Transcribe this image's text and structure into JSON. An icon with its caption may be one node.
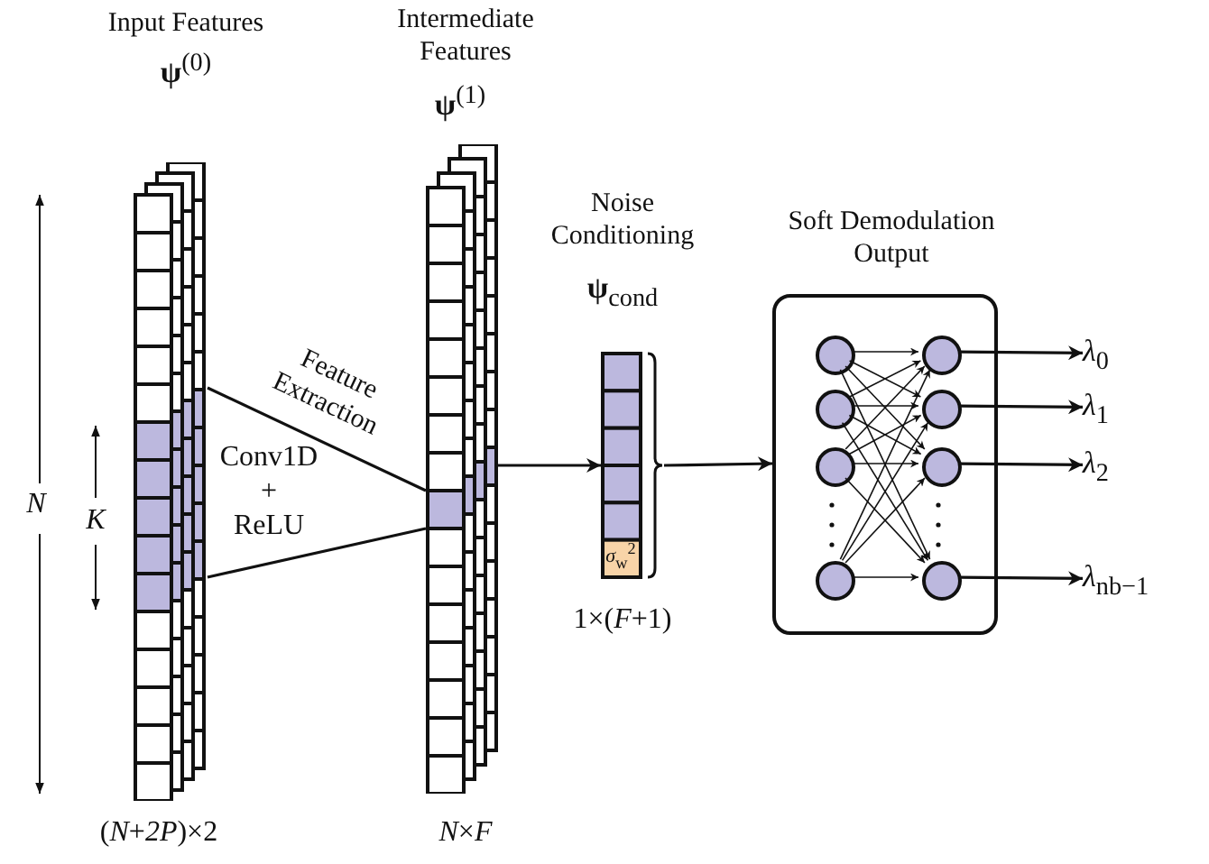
{
  "diagram": {
    "nodes": [
      {
        "text": [
          "Input Features",
          "**ψ**$^{(0)}$"
        ],
        "beside": [
          "(*N*+*2P*)×2"
        ]
      },
      {
        "text": [
          "Intermediate Features",
          "**ψ**$^{(1)}$"
        ],
        "beside": [
          "*N*×*F*"
        ]
      },
      {
        "text": [
          "Noise Conditioning",
          "**ψ**$_{cond}$",
          "*σ*$_{w}$$^{2}$"
        ],
        "beside": [
          "1×(*F*+1)"
        ]
      },
      {
        "text": [
          "Soft Demodulation Output"
        ]
      },
      {
        "text": [],
        "shape": "circle",
        "in": 3
      },
      {
        "text": [],
        "shape": "circle",
        "in": 3
      },
      {
        "text": [],
        "shape": "circle",
        "in": 3
      },
      {
        "text": [],
        "shape": "circle",
        "in": 3
      },
      {
        "text": [],
        "shape": "circle",
        "in": 3
      },
      {
        "text": [],
        "shape": "circle",
        "in": 3
      },
      {
        "text": [],
        "shape": "circle",
        "in": 3
      },
      {
        "text": [],
        "shape": "circle",
        "in": 3
      },
      {
        "text": [
          "*λ*$_{0}$"
        ]
      },
      {
        "text": [
          "*λ*$_{1}$"
        ]
      },
      {
        "text": [
          "*λ*$_{2}$"
        ]
      },
      {
        "text": [
          "*λ*$_{nb−1}$"
        ]
      }
    ],
    "edges": [
      {
        "from": 0,
        "to": 1,
        "arrow": "none",
        "label": "Feature Extraction"
      },
      {
        "from": 0,
        "to": 1,
        "arrow": "none"
      },
      {
        "from": 1,
        "to": 2,
        "arrow": "to"
      },
      {
        "from": 2,
        "to": 3,
        "arrow": "to"
      },
      {
        "from": 4,
        "to": 8,
        "arrow": "to"
      },
      {
        "from": 4,
        "to": 9,
        "arrow": "to"
      },
      {
        "from": 4,
        "to": 10,
        "arrow": "to"
      },
      {
        "from": 4,
        "to": 11,
        "arrow": "to"
      },
      {
        "from": 5,
        "to": 8,
        "arrow": "to"
      },
      {
        "from": 5,
        "to": 9,
        "arrow": "to"
      },
      {
        "from": 5,
        "to": 10,
        "arrow": "to"
      },
      {
        "from": 5,
        "to": 11,
        "arrow": "to"
      },
      {
        "from": 6,
        "to": 8,
        "arrow": "to"
      },
      {
        "from": 6,
        "to": 9,
        "arrow": "to"
      },
      {
        "from": 6,
        "to": 10,
        "arrow": "to"
      },
      {
        "from": 6,
        "to": 11,
        "arrow": "to"
      },
      {
        "from": 7,
        "to": 8,
        "arrow": "to"
      },
      {
        "from": 7,
        "to": 9,
        "arrow": "to"
      },
      {
        "from": 7,
        "to": 10,
        "arrow": "to"
      },
      {
        "from": 7,
        "to": 11,
        "arrow": "to"
      },
      {
        "from": 8,
        "to": 12,
        "arrow": "to"
      },
      {
        "from": 9,
        "to": 13,
        "arrow": "to"
      },
      {
        "from": 10,
        "to": 14,
        "arrow": "to"
      },
      {
        "from": 11,
        "to": 15,
        "arrow": "to"
      }
    ],
    "labels": [
      "Conv1D + ReLU",
      "N",
      "K"
    ]
  }
}
